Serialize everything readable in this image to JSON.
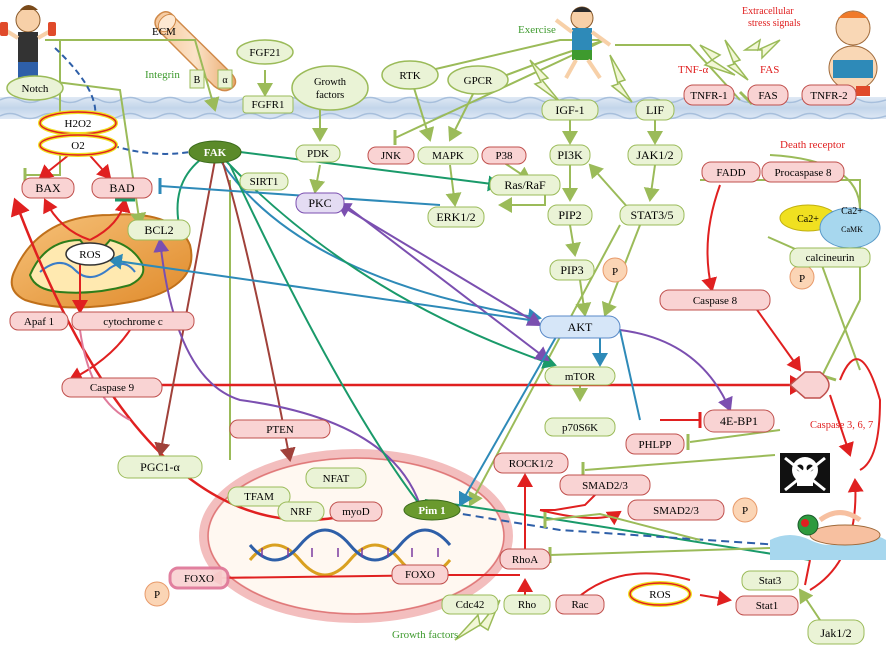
{
  "labels": {
    "ecm": "ECM",
    "integrin": "Integrin",
    "integrin_b": "B",
    "integrin_a": "α",
    "fgf21": "FGF21",
    "fgfr1": "FGFR1",
    "growth_factors_top": "Growth factors",
    "rtk": "RTK",
    "gpcr": "GPCR",
    "exercise": "Exercise",
    "extracellular_stress": "Extracellular stress signals",
    "tnf_alpha": "TNF-α",
    "fas_ligand": "FAS",
    "notch": "Notch",
    "h2o2": "H2O2",
    "o2": "O2",
    "fak": "FAK",
    "sirt1": "SIRT1",
    "pdk": "PDK",
    "jnk": "JNK",
    "mapk": "MAPK",
    "p38": "P38",
    "ras_raf": "Ras/RaF",
    "igf1": "IGF-1",
    "lif": "LIF",
    "tnfr1": "TNFR-1",
    "fas_receptor": "FAS",
    "tnfr2": "TNFR-2",
    "death_receptor": "Death receptor",
    "fadd": "FADD",
    "procaspase8": "Procaspase 8",
    "bax": "BAX",
    "bad": "BAD",
    "bcl2": "BCL2",
    "pkc": "PKC",
    "erk": "ERK1/2",
    "pi3k": "PI3K",
    "jak_top": "JAK1/2",
    "pip2": "PIP2",
    "stat35": "STAT3/5",
    "pip3": "PIP3",
    "p_pip3": "P",
    "ros_mito": "ROS",
    "ca1": "Ca2+",
    "ca2": "Ca2+",
    "camk": "CaMK",
    "calcineurin": "calcineurin",
    "p_calcineurin": "P",
    "apaf1": "Apaf 1",
    "cytochrome": "cytochrome c",
    "caspase8": "Caspase 8",
    "akt": "AKT",
    "caspase9": "Caspase 9",
    "mtor": "mTOR",
    "pten": "PTEN",
    "p70s6k": "p70S6K",
    "phlpp": "PHLPP",
    "ebp1": "4E-BP1",
    "caspase367": "Caspase 3, 6, 7",
    "pgc1a": "PGC1-α",
    "nfat": "NFAT",
    "rock": "ROCK1/2",
    "smad_a": "SMAD2/3",
    "smad_b": "SMAD2/3",
    "p_smad": "P",
    "tfam": "TFAM",
    "nrf": "NRF",
    "myod": "myoD",
    "pim1": "Pim 1",
    "rhoa": "RhoA",
    "foxo_nuc": "FOXO",
    "foxo_out": "FOXO",
    "p_foxo": "P",
    "ros_bottom": "ROS",
    "stat3": "Stat3",
    "stat1": "Stat1",
    "cdc42": "Cdc42",
    "rho": "Rho",
    "rac": "Rac",
    "jak_bottom": "Jak1/2",
    "growth_factors_bottom": "Growth factors"
  },
  "colors": {
    "pink_fill": "#f9d3d3",
    "pink_stroke": "#c0504d",
    "green_fill": "#eaf3d6",
    "green_stroke": "#9bbb59",
    "lavender_fill": "#e4dcf3",
    "akt_fill": "#d6e6f8",
    "fak_fill": "#5b8a2a",
    "pim_fill": "#6a9a2e",
    "red_text": "#e02020",
    "green_text": "#3e9a2e",
    "peach_fill": "#fbd5b5",
    "membrane": "#c9d9ee"
  },
  "icons": {
    "skull": "skull-icon",
    "mitochondrion": "mitochondrion-icon",
    "dna": "dna-icon",
    "runner": "exerciser-icon",
    "weightlifter": "weightlifter-icon",
    "obese_child": "stressed-person-icon",
    "swimmer": "swimmer-icon",
    "lightning": "lightning-icon"
  }
}
